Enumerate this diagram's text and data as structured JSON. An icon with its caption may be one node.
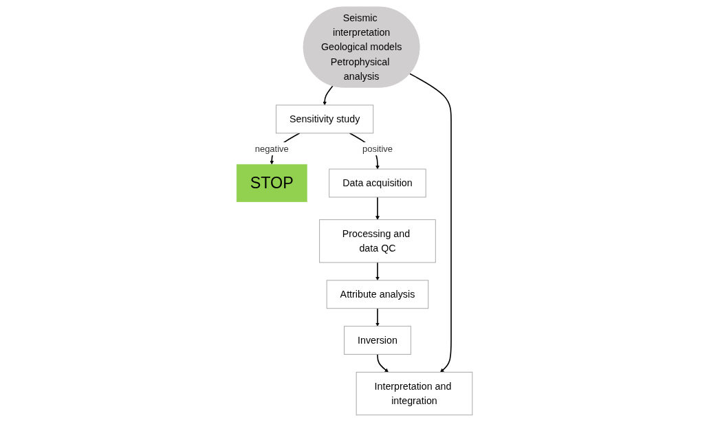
{
  "diagram": {
    "nodes": [
      {
        "text": [
          "Seismic interpretation",
          "Geological models",
          "Petrophysical analysis"
        ]
      },
      {
        "text": [
          "Sensitivity study"
        ]
      },
      {
        "text": [
          "STOP"
        ]
      },
      {
        "text": [
          "Data acquisition"
        ]
      },
      {
        "text": [
          "Processing and data QC"
        ]
      },
      {
        "text": [
          "Attribute analysis"
        ]
      },
      {
        "text": [
          "Inversion"
        ]
      },
      {
        "text": [
          "Interpretation and integration"
        ]
      }
    ],
    "edges": [
      {
        "from": 0,
        "to": 1,
        "arrow": "to"
      },
      {
        "from": 1,
        "to": 2,
        "label": "negative",
        "arrow": "to"
      },
      {
        "from": 1,
        "to": 3,
        "label": "positive",
        "arrow": "to"
      },
      {
        "from": 3,
        "to": 4,
        "arrow": "to"
      },
      {
        "from": 4,
        "to": 5,
        "arrow": "to"
      },
      {
        "from": 5,
        "to": 6,
        "arrow": "to"
      },
      {
        "from": 6,
        "to": 7,
        "arrow": "to"
      },
      {
        "from": 0,
        "to": 7,
        "arrow": "to"
      }
    ]
  }
}
